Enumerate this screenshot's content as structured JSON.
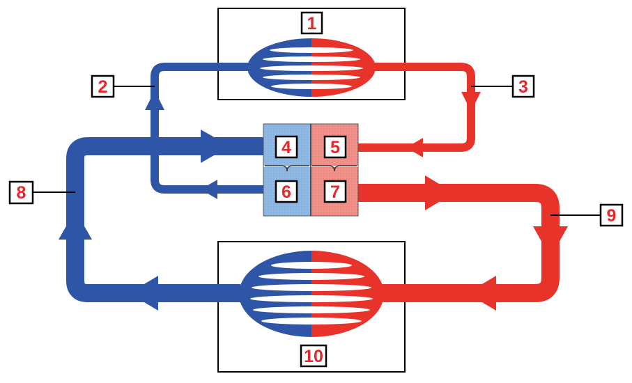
{
  "colors": {
    "deoxygenated": "#2f56a6",
    "oxygenated": "#e8332a",
    "right_heart_fill": "#8ab4e0",
    "left_heart_fill": "#ee8c83",
    "label_text": "#e8262b",
    "label_border": "#000000"
  },
  "labels": {
    "l1": "1",
    "l2": "2",
    "l3": "3",
    "l4": "4",
    "l5": "5",
    "l6": "6",
    "l7": "7",
    "l8": "8",
    "l9": "9",
    "l10": "10"
  }
}
